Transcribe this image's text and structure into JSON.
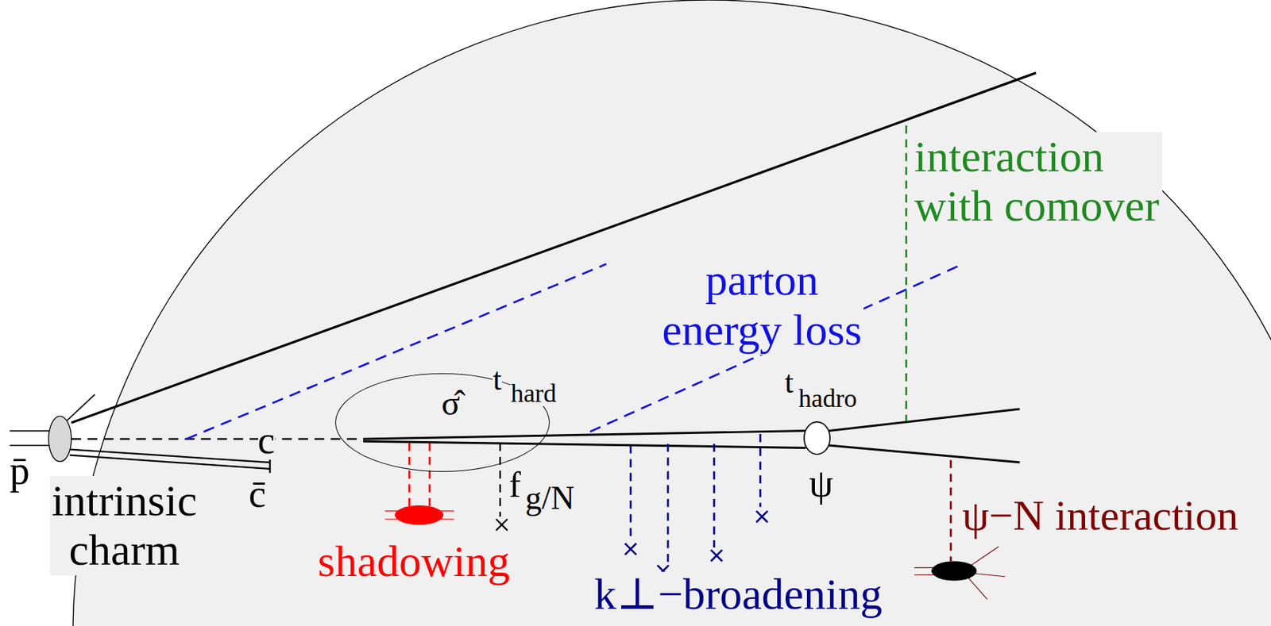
{
  "diagram": {
    "nodes": [
      {
        "text": [
          "σ̂"
        ]
      }
    ],
    "labels": [
      "p̄",
      "c",
      "c̄",
      "intrinsic charm",
      "t",
      "hard",
      "f",
      "g/N",
      "shadowing",
      "parton energy loss",
      "t",
      "hadro",
      "ψ",
      "interaction with comover",
      "ψ−N interaction",
      "k⊥−broadening"
    ]
  }
}
